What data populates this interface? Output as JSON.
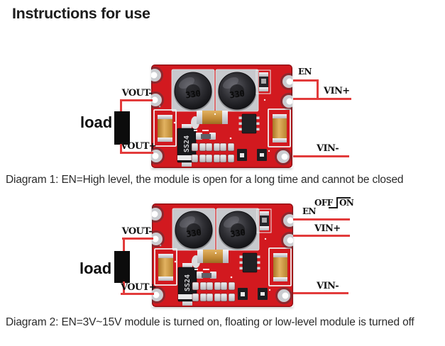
{
  "title": "Instructions for use",
  "colors": {
    "board_red": "#d2191f",
    "board_edge": "#8f1015",
    "wire_red": "#e23b3b",
    "pad_silver": "#caccd0",
    "cap_tan": "#cf9a43",
    "silk_white": "#f0f0f0",
    "component_black": "#1a1a1d",
    "load_black": "#0c0c0c",
    "waveform_black": "#1b1b1b",
    "text_dark": "#2b2b2b"
  },
  "pcb": {
    "inductor_label": "330",
    "diode_label": "SS24"
  },
  "diagram1": {
    "labels": {
      "vout_minus": "VOUT-",
      "vout_plus": "VOUT+",
      "load": "load",
      "en": "EN",
      "vin_plus": "VIN+",
      "vin_minus": "VIN-"
    },
    "caption": "Diagram 1: EN=High level, the module is open for a long time and cannot be closed"
  },
  "diagram2": {
    "labels": {
      "vout_minus": "VOUT-",
      "vout_plus": "VOUT+",
      "load": "load",
      "en": "EN",
      "off": "OFF",
      "on": "ON",
      "vin_plus": "VIN+",
      "vin_minus": "VIN-"
    },
    "caption": "Diagram 2: EN=3V~15V module is turned on, floating or low-level module is turned off"
  }
}
